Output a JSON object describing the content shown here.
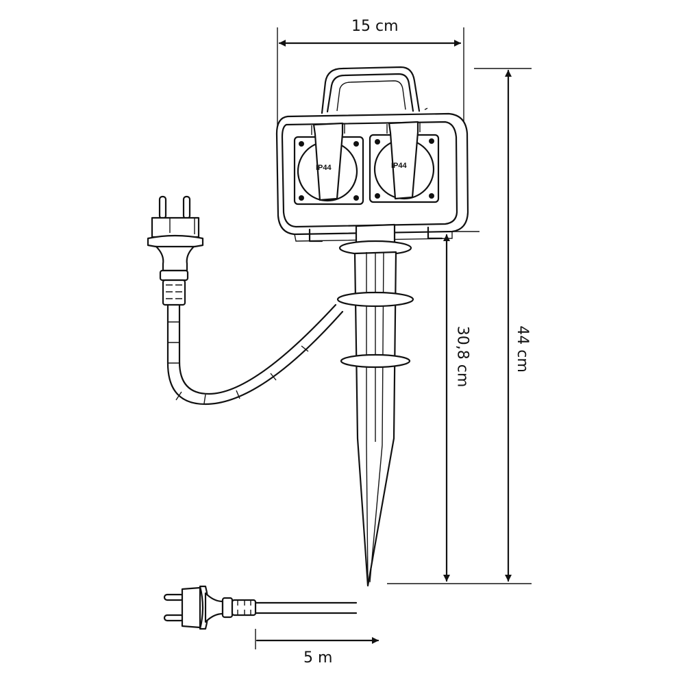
{
  "dimensions": {
    "width": "15 cm",
    "total_height": "44 cm",
    "stake_height": "30,8 cm",
    "cable_length": "5 m"
  },
  "sockets": [
    {
      "rating": "IP44"
    },
    {
      "rating": "IP44"
    }
  ],
  "colors": {
    "line": "#111111",
    "background": "#ffffff"
  }
}
